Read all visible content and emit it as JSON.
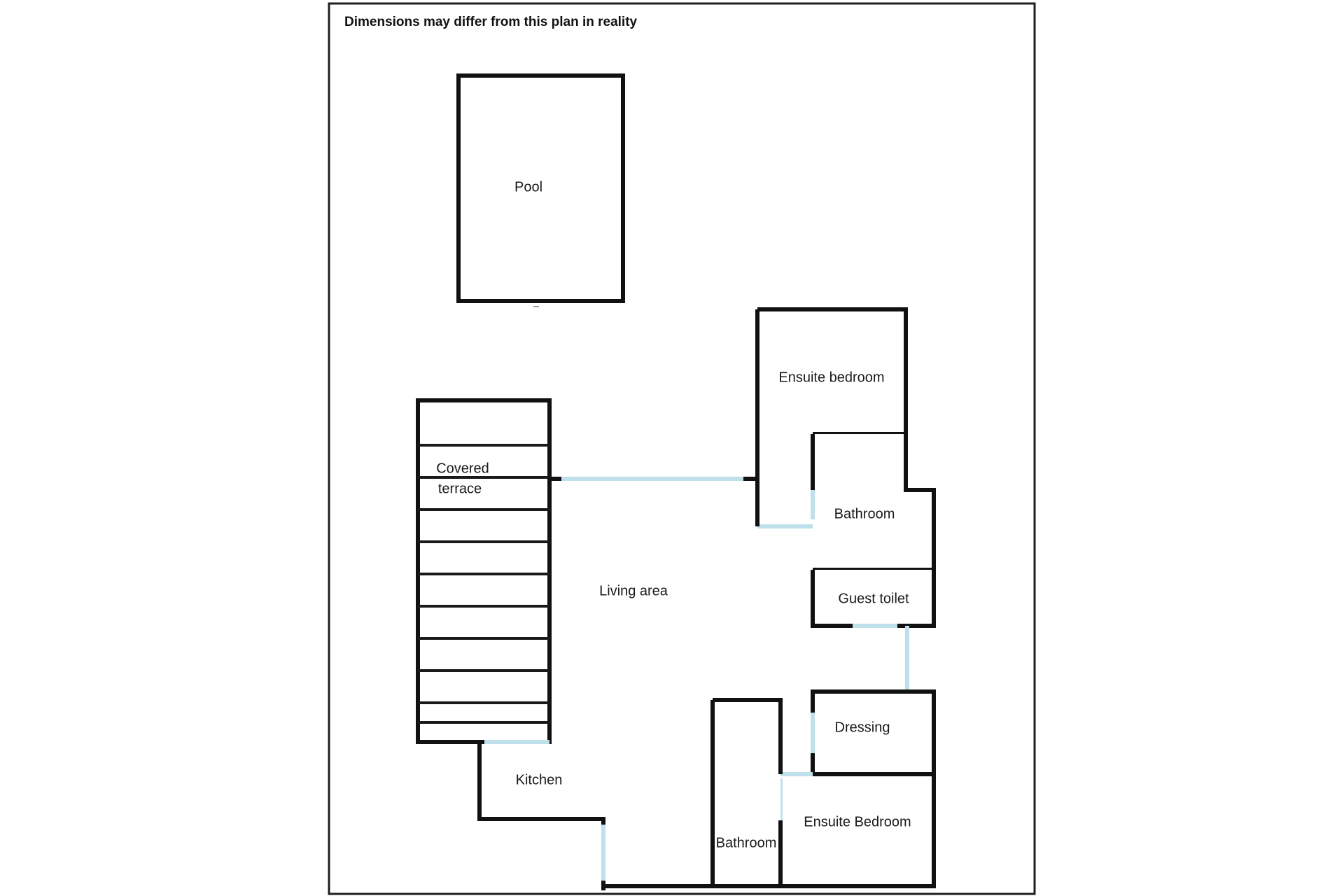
{
  "document": {
    "type": "floor-plan",
    "background_color": "#ffffff",
    "wall_color": "#111111",
    "door_color": "#bfe0ea",
    "frame_color": "#1f1f1f",
    "label_color": "#1a1a1a"
  },
  "note": {
    "text": "Dimensions may differ from this plan in reality"
  },
  "rooms": [
    {
      "id": "pool",
      "label": "Pool"
    },
    {
      "id": "covered-terrace",
      "label_line1": "Covered",
      "label_line2": "terrace"
    },
    {
      "id": "living-area",
      "label": "Living area"
    },
    {
      "id": "kitchen",
      "label": "Kitchen"
    },
    {
      "id": "ensuite-bedroom-upper",
      "label": "Ensuite bedroom"
    },
    {
      "id": "bathroom-upper",
      "label": "Bathroom"
    },
    {
      "id": "guest-toilet",
      "label": "Guest toilet"
    },
    {
      "id": "dressing",
      "label": "Dressing"
    },
    {
      "id": "ensuite-bedroom-lower",
      "label": "Ensuite Bedroom"
    },
    {
      "id": "bathroom-lower",
      "label": "Bathroom"
    }
  ],
  "labels": {
    "pool": "Pool",
    "covered_terrace_line1": "Covered",
    "covered_terrace_line2": "terrace",
    "living_area": "Living area",
    "kitchen": "Kitchen",
    "ensuite_bedroom_upper": "Ensuite bedroom",
    "bathroom_upper": "Bathroom",
    "guest_toilet": "Guest toilet",
    "dressing": "Dressing",
    "ensuite_bedroom_lower": "Ensuite Bedroom",
    "bathroom_lower": "Bathroom"
  }
}
